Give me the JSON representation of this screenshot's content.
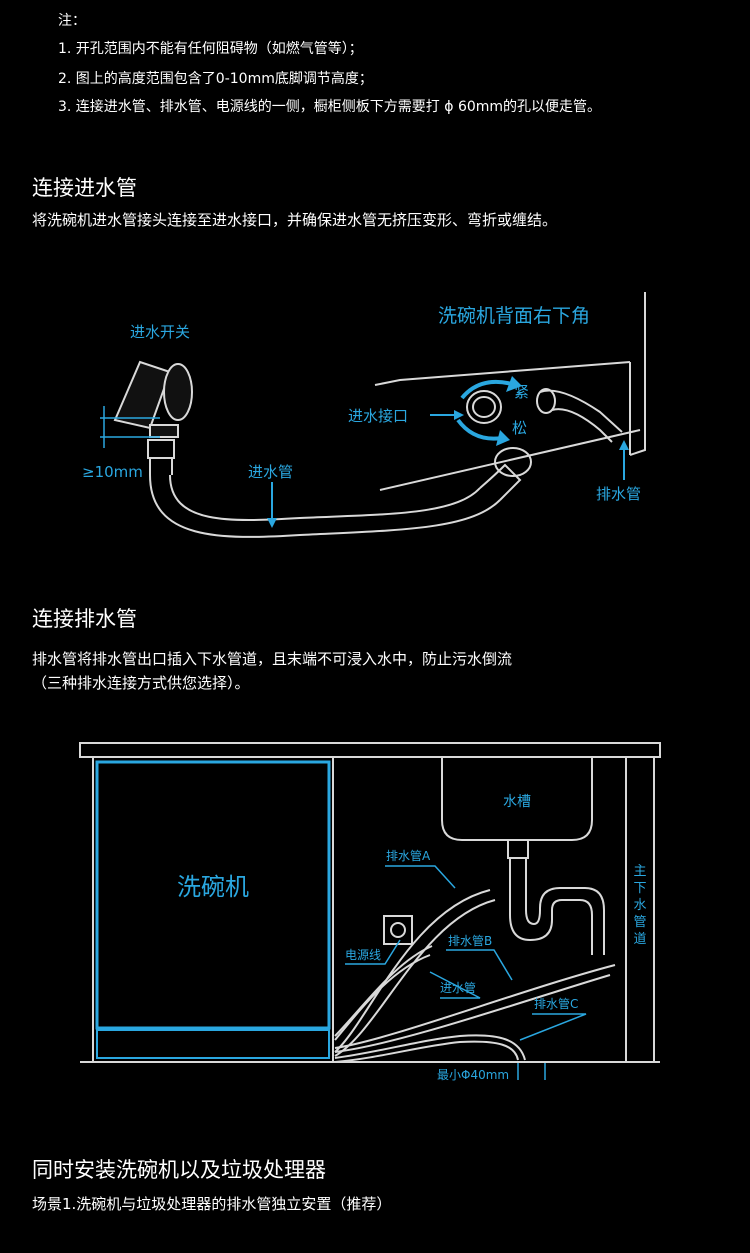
{
  "notes": {
    "title": "注：",
    "items": [
      "1. 开孔范围内不能有任何阻碍物（如燃气管等）；",
      "2. 图上的高度范围包含了0-10mm底脚调节高度；",
      "3.  连接进水管、排水管、电源线的一侧，橱柜侧板下方需要打 ϕ 60mm的孔以便走管。"
    ]
  },
  "section_inlet": {
    "heading": "连接进水管",
    "text": "将洗碗机进水管接头连接至进水接口，并确保进水管无挤压变形、弯折或缠结。",
    "labels": {
      "back_corner": "洗碗机背面右下角",
      "valve": "进水开关",
      "height": "≥10mm",
      "hose": "进水管",
      "port": "进水接口",
      "tighten": "紧",
      "loosen": "松",
      "drain": "排水管"
    }
  },
  "section_drain": {
    "heading": "连接排水管",
    "text1": "排水管将排水管出口插入下水管道，且末端不可浸入水中，防止污水倒流",
    "text2": "（三种排水连接方式供您选择）。",
    "labels": {
      "dishwasher": "洗碗机",
      "sink": "水槽",
      "drain_a": "排水管A",
      "drain_b": "排水管B",
      "drain_c": "排水管C",
      "power": "电源线",
      "inlet": "进水管",
      "main_pipe": [
        "主",
        "下",
        "水",
        "管",
        "道"
      ],
      "min_diameter": "最小Φ40mm"
    }
  },
  "section_disposer": {
    "heading": "同时安装洗碗机以及垃圾处理器",
    "scene": "场景1.洗碗机与垃圾处理器的排水管独立安置（推荐）"
  },
  "colors": {
    "accent": "#2aa7e0",
    "line": "#d9d9d9"
  }
}
